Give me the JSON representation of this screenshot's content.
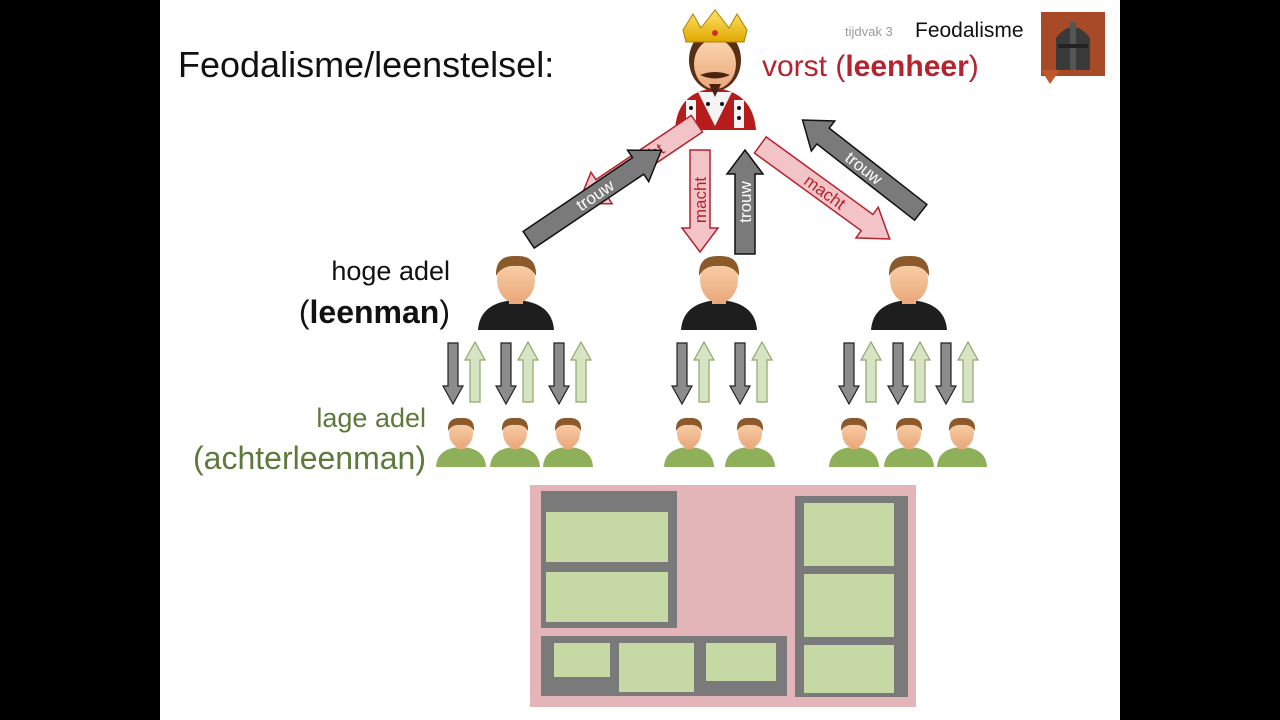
{
  "slide": {
    "title": "Feodalisme/leenstelsel:",
    "header_small": "tijdvak 3",
    "header_topic": "Feodalisme",
    "vorst_prefix": "vorst (",
    "vorst_bold": "leenheer",
    "vorst_suffix": ")",
    "hoge_adel": "hoge adel",
    "leenman_prefix": "(",
    "leenman_bold": "leenman",
    "leenman_suffix": ")",
    "lage_adel": "lage adel",
    "achterleenman": "(achterleenman)"
  },
  "arrows": {
    "down_label": "macht",
    "up_label": "trouw"
  },
  "colors": {
    "red": "#b4232e",
    "green": "#5e7a3a",
    "pink_fill": "#f2c4c8",
    "grey_fill": "#7a7a7a",
    "light_green": "#d7e4c4",
    "box_green": "#c6d8a4",
    "box_pink": "#e3b5b8"
  },
  "icons": {
    "king": "king-icon",
    "noble": "person-icon",
    "logo": "knight-helmet-icon"
  }
}
